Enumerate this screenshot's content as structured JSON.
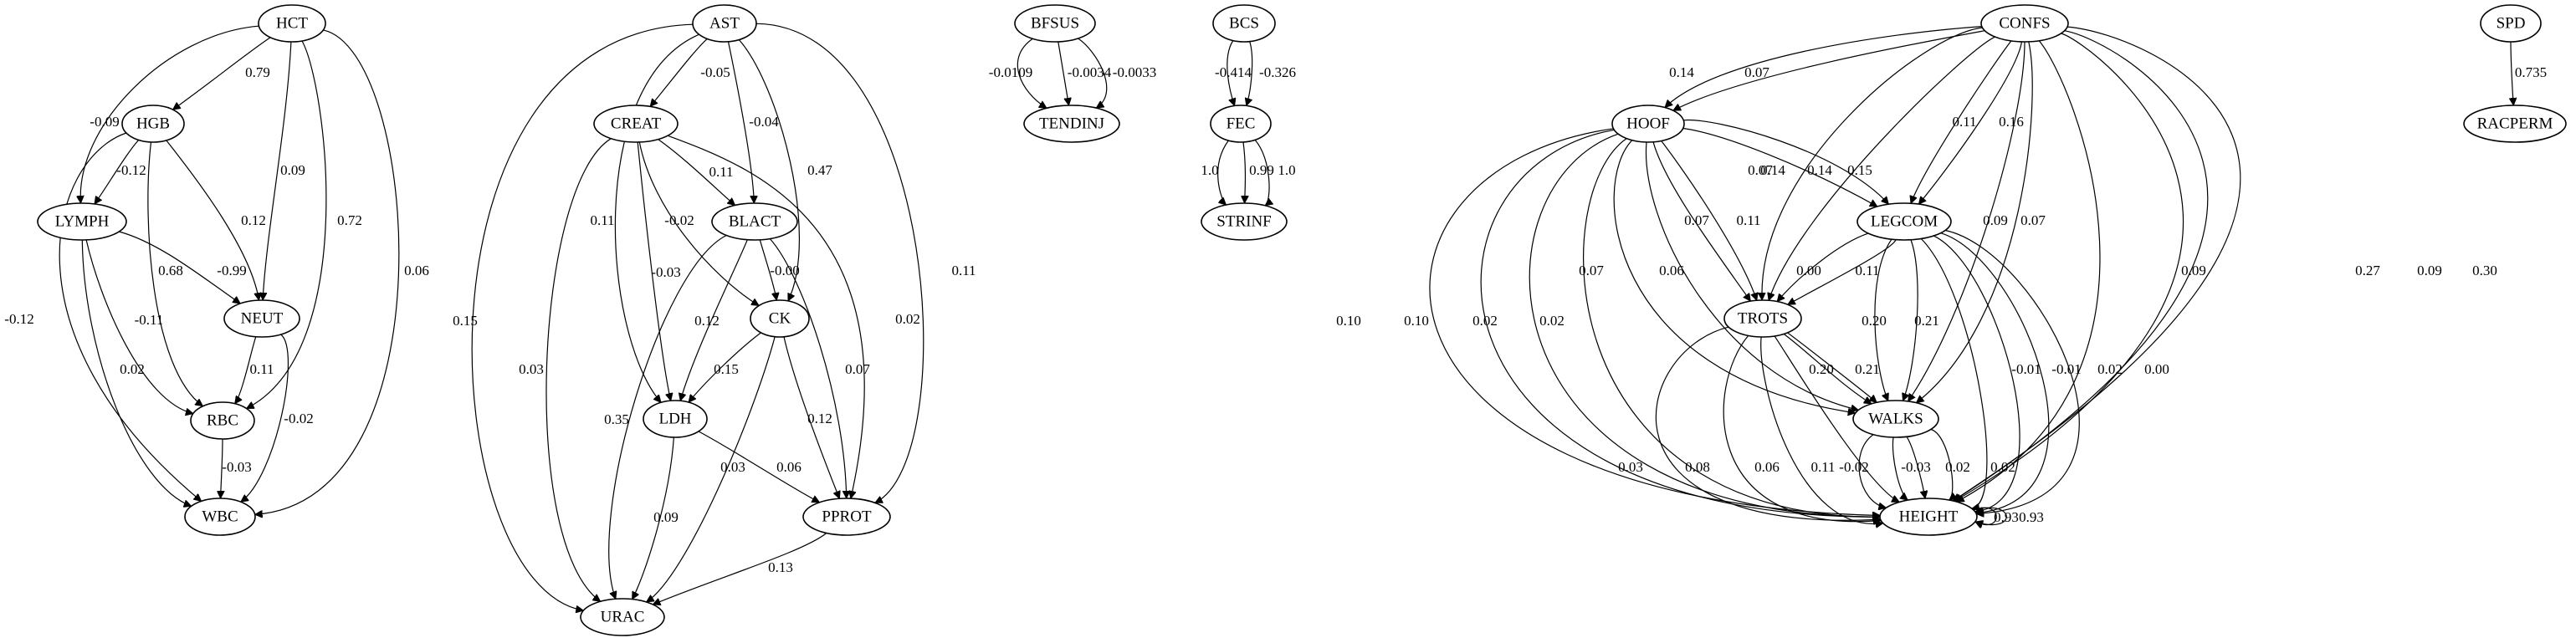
{
  "graph": {
    "nodes": [
      {
        "id": "HCT",
        "label": "HCT"
      },
      {
        "id": "HGB",
        "label": "HGB"
      },
      {
        "id": "LYMPH",
        "label": "LYMPH"
      },
      {
        "id": "NEUT",
        "label": "NEUT"
      },
      {
        "id": "RBC",
        "label": "RBC"
      },
      {
        "id": "WBC",
        "label": "WBC"
      },
      {
        "id": "AST",
        "label": "AST"
      },
      {
        "id": "CREAT",
        "label": "CREAT"
      },
      {
        "id": "BLACT",
        "label": "BLACT"
      },
      {
        "id": "CK",
        "label": "CK"
      },
      {
        "id": "LDH",
        "label": "LDH"
      },
      {
        "id": "PPROT",
        "label": "PPROT"
      },
      {
        "id": "URAC",
        "label": "URAC"
      },
      {
        "id": "BFSUS",
        "label": "BFSUS"
      },
      {
        "id": "TENDINJ",
        "label": "TENDINJ"
      },
      {
        "id": "BCS",
        "label": "BCS"
      },
      {
        "id": "FEC",
        "label": "FEC"
      },
      {
        "id": "STRINF",
        "label": "STRINF"
      },
      {
        "id": "CONFS",
        "label": "CONFS"
      },
      {
        "id": "HOOF",
        "label": "HOOF"
      },
      {
        "id": "LEGCOM",
        "label": "LEGCOM"
      },
      {
        "id": "TROTS",
        "label": "TROTS"
      },
      {
        "id": "WALKS",
        "label": "WALKS"
      },
      {
        "id": "HEIGHT",
        "label": "HEIGHT"
      },
      {
        "id": "SPD",
        "label": "SPD"
      },
      {
        "id": "RACPERM",
        "label": "RACPERM"
      }
    ],
    "edges": [
      {
        "from": "HCT",
        "to": "HGB",
        "label": "0.79"
      },
      {
        "from": "HCT",
        "to": "LYMPH",
        "label": "-0.09"
      },
      {
        "from": "HCT",
        "to": "NEUT",
        "label": "0.09"
      },
      {
        "from": "HCT",
        "to": "RBC",
        "label": "0.72"
      },
      {
        "from": "HCT",
        "to": "WBC",
        "label": "0.06"
      },
      {
        "from": "HGB",
        "to": "LYMPH",
        "label": "-0.12"
      },
      {
        "from": "HGB",
        "to": "NEUT",
        "label": "0.12"
      },
      {
        "from": "HGB",
        "to": "RBC",
        "label": "0.68"
      },
      {
        "from": "HGB",
        "to": "WBC",
        "label": "-0.12"
      },
      {
        "from": "LYMPH",
        "to": "NEUT",
        "label": "-0.99"
      },
      {
        "from": "LYMPH",
        "to": "RBC",
        "label": "-0.11"
      },
      {
        "from": "LYMPH",
        "to": "WBC",
        "label": "0.02"
      },
      {
        "from": "NEUT",
        "to": "RBC",
        "label": "0.11"
      },
      {
        "from": "NEUT",
        "to": "WBC",
        "label": "-0.02"
      },
      {
        "from": "RBC",
        "to": "WBC",
        "label": "-0.03"
      },
      {
        "from": "AST",
        "to": "CREAT",
        "label": "-0.05"
      },
      {
        "from": "AST",
        "to": "BLACT",
        "label": "-0.04"
      },
      {
        "from": "AST",
        "to": "CK",
        "label": "0.47"
      },
      {
        "from": "AST",
        "to": "LDH",
        "label": "0.11"
      },
      {
        "from": "AST",
        "to": "URAC",
        "label": "0.15"
      },
      {
        "from": "AST",
        "to": "PPROT",
        "label": "0.11"
      },
      {
        "from": "CREAT",
        "to": "BLACT",
        "label": "0.11"
      },
      {
        "from": "CREAT",
        "to": "CK",
        "label": "-0.02"
      },
      {
        "from": "CREAT",
        "to": "LDH",
        "label": "-0.03"
      },
      {
        "from": "CREAT",
        "to": "URAC",
        "label": "0.03"
      },
      {
        "from": "CREAT",
        "to": "PPROT",
        "label": "0.02"
      },
      {
        "from": "BLACT",
        "to": "CK",
        "label": "-0.00"
      },
      {
        "from": "BLACT",
        "to": "LDH",
        "label": "0.12"
      },
      {
        "from": "BLACT",
        "to": "URAC",
        "label": "0.35"
      },
      {
        "from": "BLACT",
        "to": "PPROT",
        "label": "0.07"
      },
      {
        "from": "CK",
        "to": "LDH",
        "label": "0.15"
      },
      {
        "from": "CK",
        "to": "PPROT",
        "label": "0.12"
      },
      {
        "from": "CK",
        "to": "URAC",
        "label": "0.03"
      },
      {
        "from": "LDH",
        "to": "PPROT",
        "label": "0.06"
      },
      {
        "from": "LDH",
        "to": "URAC",
        "label": "0.09"
      },
      {
        "from": "PPROT",
        "to": "URAC",
        "label": "0.13"
      },
      {
        "from": "BFSUS",
        "to": "TENDINJ",
        "label": "-0.0109"
      },
      {
        "from": "BFSUS",
        "to": "TENDINJ",
        "label": "-0.0034"
      },
      {
        "from": "BFSUS",
        "to": "TENDINJ",
        "label": "-0.0033"
      },
      {
        "from": "BCS",
        "to": "FEC",
        "label": "-0.414"
      },
      {
        "from": "BCS",
        "to": "FEC",
        "label": "-0.326"
      },
      {
        "from": "FEC",
        "to": "STRINF",
        "label": "1.0"
      },
      {
        "from": "FEC",
        "to": "STRINF",
        "label": "0.99"
      },
      {
        "from": "FEC",
        "to": "STRINF",
        "label": "1.0"
      },
      {
        "from": "CONFS",
        "to": "HOOF",
        "label": "0.14"
      },
      {
        "from": "CONFS",
        "to": "HOOF",
        "label": "0.07"
      },
      {
        "from": "CONFS",
        "to": "LEGCOM",
        "label": "0.11"
      },
      {
        "from": "CONFS",
        "to": "LEGCOM",
        "label": "0.16"
      },
      {
        "from": "CONFS",
        "to": "TROTS",
        "label": "0.14"
      },
      {
        "from": "CONFS",
        "to": "TROTS",
        "label": "0.14"
      },
      {
        "from": "CONFS",
        "to": "WALKS",
        "label": "0.09"
      },
      {
        "from": "CONFS",
        "to": "WALKS",
        "label": "0.07"
      },
      {
        "from": "CONFS",
        "to": "HEIGHT",
        "label": "0.09"
      },
      {
        "from": "CONFS",
        "to": "HEIGHT",
        "label": "0.27"
      },
      {
        "from": "CONFS",
        "to": "HEIGHT",
        "label": "0.09"
      },
      {
        "from": "CONFS",
        "to": "HEIGHT",
        "label": "0.30"
      },
      {
        "from": "HOOF",
        "to": "LEGCOM",
        "label": "0.07"
      },
      {
        "from": "HOOF",
        "to": "LEGCOM",
        "label": "0.15"
      },
      {
        "from": "HOOF",
        "to": "TROTS",
        "label": "0.07"
      },
      {
        "from": "HOOF",
        "to": "TROTS",
        "label": "0.11"
      },
      {
        "from": "HOOF",
        "to": "WALKS",
        "label": "0.07"
      },
      {
        "from": "HOOF",
        "to": "WALKS",
        "label": "0.06"
      },
      {
        "from": "HOOF",
        "to": "HEIGHT",
        "label": "0.10"
      },
      {
        "from": "HOOF",
        "to": "HEIGHT",
        "label": "0.10"
      },
      {
        "from": "HOOF",
        "to": "HEIGHT",
        "label": "0.02"
      },
      {
        "from": "HOOF",
        "to": "HEIGHT",
        "label": "0.02"
      },
      {
        "from": "LEGCOM",
        "to": "TROTS",
        "label": "0.00"
      },
      {
        "from": "LEGCOM",
        "to": "TROTS",
        "label": "0.11"
      },
      {
        "from": "LEGCOM",
        "to": "WALKS",
        "label": "0.20"
      },
      {
        "from": "LEGCOM",
        "to": "WALKS",
        "label": "0.21"
      },
      {
        "from": "LEGCOM",
        "to": "HEIGHT",
        "label": "-0.01"
      },
      {
        "from": "LEGCOM",
        "to": "HEIGHT",
        "label": "-0.01"
      },
      {
        "from": "LEGCOM",
        "to": "HEIGHT",
        "label": "0.02"
      },
      {
        "from": "LEGCOM",
        "to": "HEIGHT",
        "label": "0.00"
      },
      {
        "from": "TROTS",
        "to": "WALKS",
        "label": "0.20"
      },
      {
        "from": "TROTS",
        "to": "WALKS",
        "label": "0.21"
      },
      {
        "from": "TROTS",
        "to": "HEIGHT",
        "label": "0.03"
      },
      {
        "from": "TROTS",
        "to": "HEIGHT",
        "label": "0.08"
      },
      {
        "from": "TROTS",
        "to": "HEIGHT",
        "label": "0.06"
      },
      {
        "from": "TROTS",
        "to": "HEIGHT",
        "label": "0.11"
      },
      {
        "from": "WALKS",
        "to": "HEIGHT",
        "label": "-0.02"
      },
      {
        "from": "WALKS",
        "to": "HEIGHT",
        "label": "-0.03"
      },
      {
        "from": "WALKS",
        "to": "HEIGHT",
        "label": "0.02"
      },
      {
        "from": "WALKS",
        "to": "HEIGHT",
        "label": "0.02"
      },
      {
        "from": "HEIGHT",
        "to": "HEIGHT",
        "label": "0.93"
      },
      {
        "from": "HEIGHT",
        "to": "HEIGHT",
        "label": "0.93"
      },
      {
        "from": "SPD",
        "to": "RACPERM",
        "label": "0.735"
      }
    ]
  }
}
